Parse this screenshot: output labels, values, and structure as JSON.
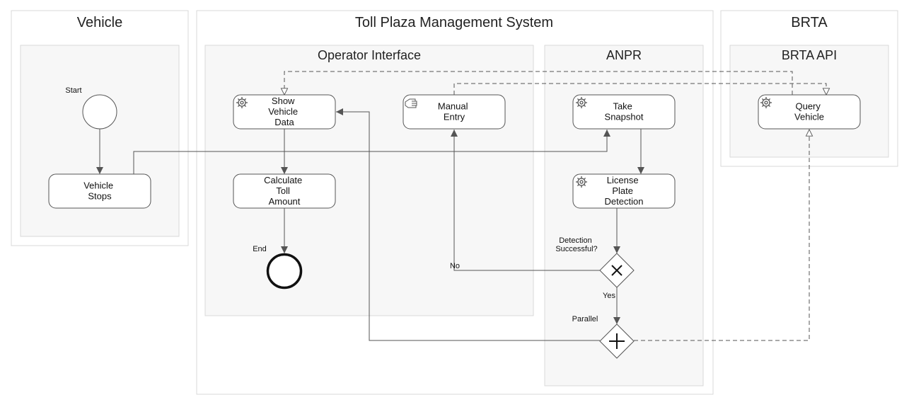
{
  "pools": {
    "vehicle": {
      "title": "Vehicle"
    },
    "toll": {
      "title": "Toll Plaza Management System"
    },
    "brta": {
      "title": "BRTA"
    }
  },
  "lanes": {
    "operator": {
      "title": "Operator Interface"
    },
    "anpr": {
      "title": "ANPR"
    },
    "brta_api": {
      "title": "BRTA API"
    }
  },
  "events": {
    "start": {
      "label": "Start"
    },
    "end": {
      "label": "End"
    }
  },
  "tasks": {
    "vehicle_stops": {
      "lines": [
        "Vehicle",
        "Stops"
      ],
      "type": "plain"
    },
    "show_vehicle_data": {
      "lines": [
        "Show",
        "Vehicle",
        "Data"
      ],
      "type": "service"
    },
    "calculate_toll": {
      "lines": [
        "Calculate",
        "Toll",
        "Amount"
      ],
      "type": "plain"
    },
    "manual_entry": {
      "lines": [
        "Manual",
        "Entry"
      ],
      "type": "manual"
    },
    "take_snapshot": {
      "lines": [
        "Take",
        "Snapshot"
      ],
      "type": "service"
    },
    "license_plate": {
      "lines": [
        "License",
        "Plate",
        "Detection"
      ],
      "type": "service"
    },
    "query_vehicle": {
      "lines": [
        "Query",
        "Vehicle"
      ],
      "type": "service"
    }
  },
  "gateways": {
    "detection": {
      "lines": [
        "Detection",
        "Successful?"
      ],
      "type": "exclusive"
    },
    "parallel": {
      "label": "Parallel",
      "type": "parallel"
    }
  },
  "flow_labels": {
    "no": "No",
    "yes": "Yes"
  }
}
